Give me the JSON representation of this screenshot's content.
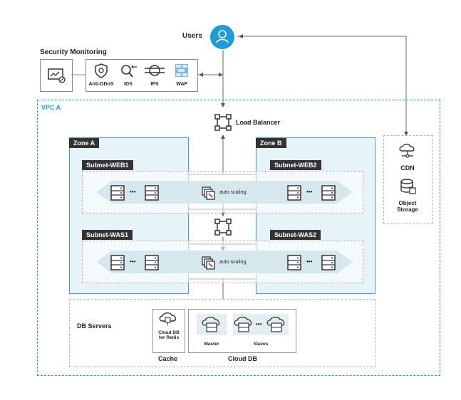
{
  "users": {
    "label": "Users"
  },
  "security": {
    "title": "Security Monitoring",
    "items": [
      {
        "label": "Anti-DDoS",
        "icon": "shield-icon"
      },
      {
        "label": "IDS",
        "icon": "search-arrow-icon"
      },
      {
        "label": "IPS",
        "icon": "firewall-icon"
      },
      {
        "label": "WAF",
        "icon": "waf-brick-icon"
      }
    ]
  },
  "vpc": {
    "label": "VPC A",
    "color": "#1f9bd6"
  },
  "load_balancer": {
    "label": "Load Balancer"
  },
  "zones": [
    {
      "label": "Zone A"
    },
    {
      "label": "Zone B"
    }
  ],
  "subnets": {
    "web1": "Subnet-WEB1",
    "web2": "Subnet-WEB2",
    "was1": "Subnet-WAS1",
    "was2": "Subnet-WAS2"
  },
  "auto_scaling": {
    "label": "auto scaling"
  },
  "ellipsis": "•••",
  "side": {
    "cdn": "CDN",
    "object_storage_line1": "Object",
    "object_storage_line2": "Storage"
  },
  "db": {
    "title": "DB Servers",
    "redis_line1": "Cloud DB",
    "redis_line2": "for Redis",
    "cache_label": "Cache",
    "master_label": "Master",
    "slaves_label": "Slaves",
    "clouddb_label": "Cloud DB"
  }
}
